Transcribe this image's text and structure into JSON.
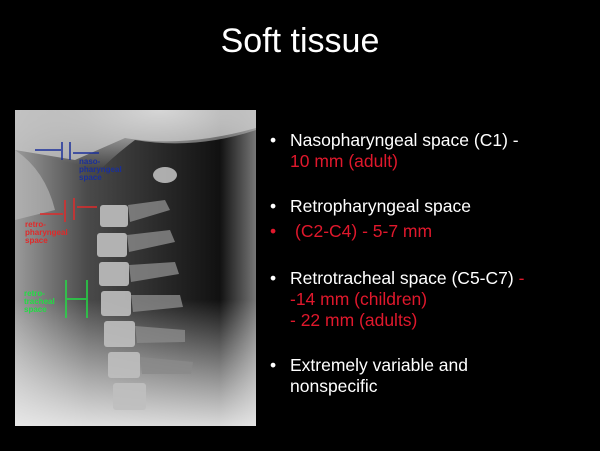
{
  "slide": {
    "title": "Soft tissue",
    "image": {
      "labels": {
        "nasopharyngeal": [
          "naso-",
          "pharyngeal",
          "space"
        ],
        "retropharyngeal": [
          "retro-",
          "pharyngeal",
          "space"
        ],
        "retrotracheal": [
          "retro-",
          "tracheal",
          "space"
        ]
      },
      "colors": {
        "nasopharyngeal": "#1a2f9a",
        "retropharyngeal": "#e02a2a",
        "retrotracheal": "#22dd44"
      }
    },
    "bullets": [
      {
        "white": "Nasopharyngeal space (C1) -",
        "red": [
          "10 mm (adult)"
        ]
      },
      {
        "white": "Retropharyngeal space",
        "red_bullet": "(C2-C4) - 5-7 mm"
      },
      {
        "white": "Retrotracheal space (C5-C7)",
        "white_suffix_red": "-",
        "red": [
          "-14 mm (children)",
          "- 22 mm (adults)"
        ]
      },
      {
        "white": "Extremely variable and",
        "white2": "nonspecific"
      }
    ],
    "bullet_char": "•",
    "accent_red": "#e0182c"
  }
}
